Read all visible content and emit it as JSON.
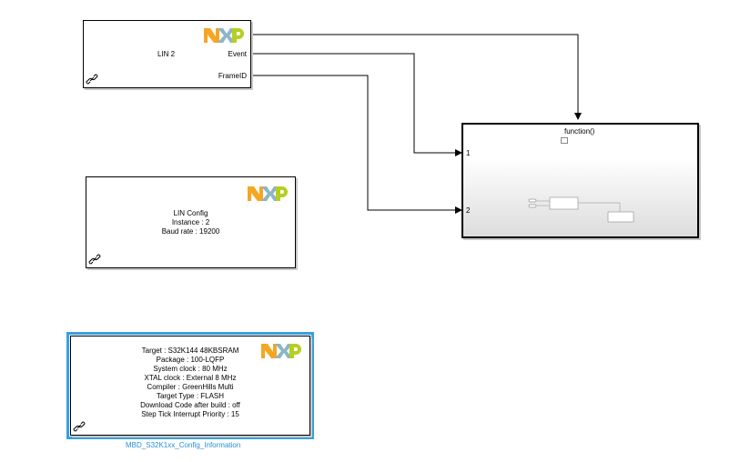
{
  "lin2_block": {
    "title": "LIN 2",
    "ports": {
      "event": "Event",
      "frame_id": "FrameID"
    }
  },
  "lin_config_block": {
    "lines": [
      "LIN Config",
      "Instance : 2",
      "Baud rate : 19200"
    ]
  },
  "config_info_block": {
    "lines": [
      "Target : S32K144 48KBSRAM",
      "Package : 100-LQFP",
      "System clock : 80 MHz",
      "XTAL clock : External 8 MHz",
      "Compiler : GreenHills Multi",
      "Target Type : FLASH",
      "Download Code after build : off",
      "Step Tick Interrupt Priority : 15"
    ],
    "caption": "MBD_S32K1xx_Config_Information",
    "selection_color": "#3aa0e0"
  },
  "function_subsystem": {
    "trigger_label": "function()",
    "input_ports": [
      "1",
      "2"
    ]
  },
  "icons": {
    "logo": "nxp-logo",
    "library_link": "link-icon",
    "trigger": "trigger-icon"
  }
}
